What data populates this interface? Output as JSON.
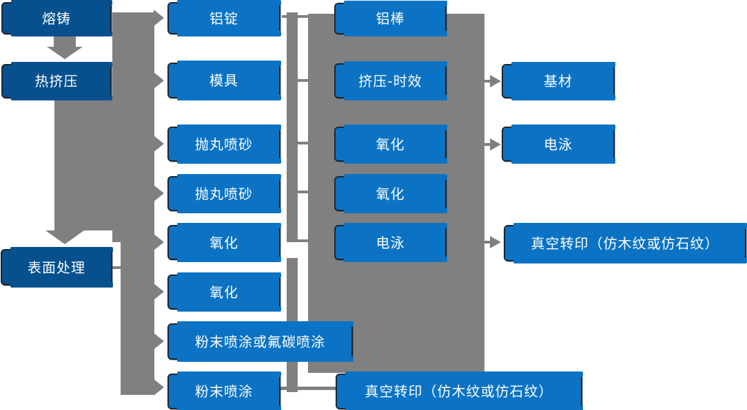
{
  "diagram_type": "process-flowchart",
  "language": "zh-CN",
  "colors": {
    "stage_box_fill": "#06508e",
    "process_box_fill": "#0c73c4",
    "connector_gray": "#808080",
    "box_border": "#1c2732",
    "text": "#ffffff",
    "background": "#ffffff"
  },
  "nodes": {
    "rongzhu": {
      "label": "熔铸"
    },
    "rejiya": {
      "label": "热挤压"
    },
    "biaomianchuli": {
      "label": "表面处理"
    },
    "lvding": {
      "label": "铝锭"
    },
    "muju": {
      "label": "模具"
    },
    "paowanpensha1": {
      "label": "抛丸喷砂"
    },
    "paowanpensha2": {
      "label": "抛丸喷砂"
    },
    "yanghua_c2a": {
      "label": "氧化"
    },
    "yanghua_c2b": {
      "label": "氧化"
    },
    "fenmo_futan": {
      "label": "粉末喷涂或氟碳喷涂"
    },
    "fenmopentu": {
      "label": "粉末喷涂"
    },
    "lvbang": {
      "label": "铝棒"
    },
    "jiya_shixiao": {
      "label": "挤压-时效"
    },
    "yanghua_c3a": {
      "label": "氧化"
    },
    "yanghua_c3b": {
      "label": "氧化"
    },
    "dianyong_c3": {
      "label": "电泳"
    },
    "zhenkong_bottom": {
      "label": "真空转印（仿木纹或仿石纹）"
    },
    "jicai": {
      "label": "基材"
    },
    "dianyong_c4": {
      "label": "电泳"
    },
    "zhenkong_right": {
      "label": "真空转印（仿木纹或仿石纹）"
    }
  },
  "edges": [
    "熔铸 → 热挤压",
    "热挤压 → 表面处理",
    "干线 → 铝锭/模具/抛丸喷砂/抛丸喷砂/氧化/氧化/粉末喷涂或氟碳喷涂/粉末喷涂",
    "梯形干线 → 铝棒列",
    "挤压-时效 → 基材",
    "氧化 → 电泳",
    "电泳 → 真空转印（仿木纹或仿石纹）",
    "粉末喷涂 → 真空转印（仿木纹或仿石纹）"
  ]
}
